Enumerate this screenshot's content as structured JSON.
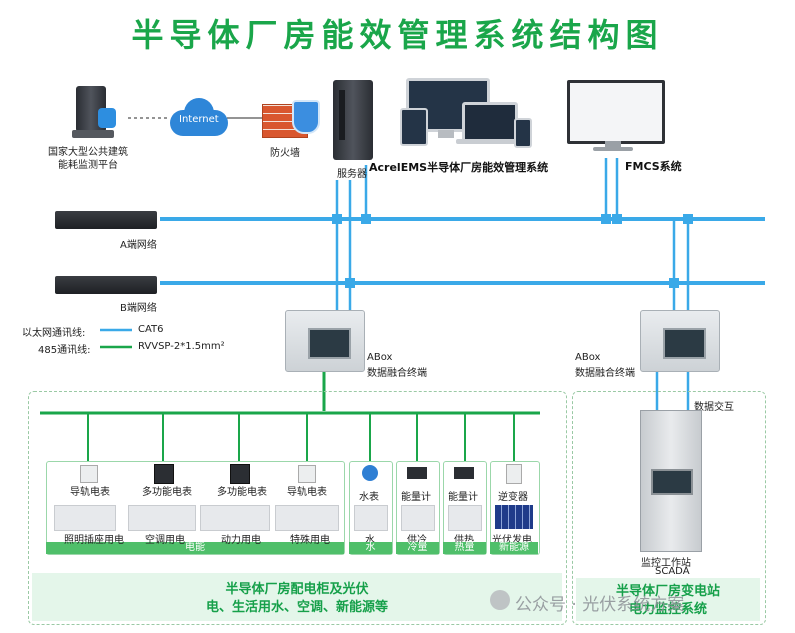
{
  "title": "半导体厂房能效管理系统结构图",
  "top": {
    "platform_label_1": "国家大型公共建筑",
    "platform_label_2": "能耗监测平台",
    "internet_label": "Internet",
    "firewall_label": "防火墙",
    "server_label": "服务器",
    "ems_label": "AcrelEMS半导体厂房能效管理系统",
    "fmcs_label": "FMCS系统"
  },
  "network": {
    "a_label": "A端网络",
    "b_label": "B端网络"
  },
  "legend": {
    "ethernet_label": "以太网通讯线:",
    "ethernet_value": "CAT6",
    "rs485_label": "485通讯线:",
    "rs485_value": "RVVSP-2*1.5mm²",
    "ethernet_color": "#3aa9e8",
    "rs485_color": "#1aa64a"
  },
  "abox_left": {
    "name": "ABox",
    "desc": "数据融合终端"
  },
  "abox_right": {
    "name": "ABox",
    "desc": "数据融合终端"
  },
  "data_exchange": "数据交互",
  "devices": [
    {
      "label": "导轨电表",
      "loads": [
        "照明插座用电"
      ]
    },
    {
      "label": "多功能电表",
      "loads": [
        "空调用电"
      ]
    },
    {
      "label": "多功能电表",
      "loads": [
        "动力用电"
      ]
    },
    {
      "label": "导轨电表",
      "loads": [
        "特殊用电"
      ]
    },
    {
      "label": "水表",
      "loads": [
        "水"
      ]
    },
    {
      "label": "能量计",
      "loads": [
        "供冷"
      ]
    },
    {
      "label": "能量计",
      "loads": [
        "供热"
      ]
    },
    {
      "label": "逆变器",
      "loads": [
        "光伏发电"
      ]
    }
  ],
  "categories": {
    "electric": "电能",
    "water": "水",
    "cooling": "冷量",
    "heating": "热量",
    "renewable": "新能源"
  },
  "bottom_left_title_1": "半导体厂房配电柜及光伏",
  "bottom_left_title_2": "电、生活用水、空调、新能源等",
  "substation": {
    "station_label_1": "监控工作站",
    "station_label_2": "SCADA",
    "title_1": "半导体厂房变电站",
    "title_2": "电力监控系统"
  },
  "watermark": "公众号 · 光伏系统方案"
}
